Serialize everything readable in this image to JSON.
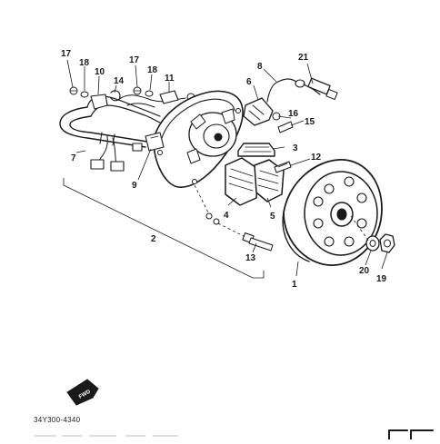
{
  "figure": {
    "part_code": "34Y300-4340",
    "fwd_label": "FWD",
    "footer_scribble": "",
    "callouts": [
      {
        "id": "c1",
        "label": "1"
      },
      {
        "id": "c2",
        "label": "2"
      },
      {
        "id": "c3",
        "label": "3"
      },
      {
        "id": "c4",
        "label": "4"
      },
      {
        "id": "c5",
        "label": "5"
      },
      {
        "id": "c6",
        "label": "6"
      },
      {
        "id": "c7",
        "label": "7"
      },
      {
        "id": "c8",
        "label": "8"
      },
      {
        "id": "c9",
        "label": "9"
      },
      {
        "id": "c10",
        "label": "10"
      },
      {
        "id": "c11",
        "label": "11"
      },
      {
        "id": "c12",
        "label": "12"
      },
      {
        "id": "c13",
        "label": "13"
      },
      {
        "id": "c14",
        "label": "14"
      },
      {
        "id": "c15",
        "label": "15"
      },
      {
        "id": "c16",
        "label": "16"
      },
      {
        "id": "c17a",
        "label": "17"
      },
      {
        "id": "c17b",
        "label": "17"
      },
      {
        "id": "c18a",
        "label": "18"
      },
      {
        "id": "c18b",
        "label": "18"
      },
      {
        "id": "c19",
        "label": "19"
      },
      {
        "id": "c20",
        "label": "20"
      },
      {
        "id": "c21",
        "label": "21"
      }
    ]
  },
  "colors": {
    "ink": "#1a1a1a",
    "paper": "#ffffff"
  }
}
